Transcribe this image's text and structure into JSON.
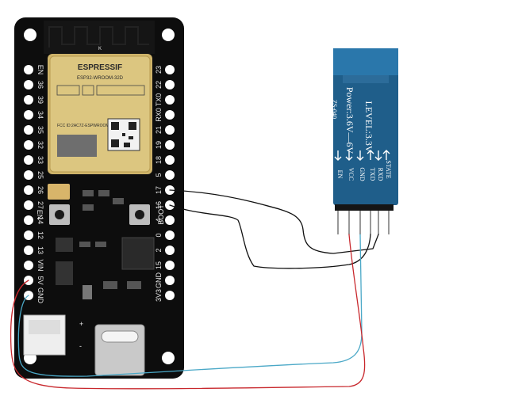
{
  "esp_board": {
    "module_brand": "ESPRESSIF",
    "module_model": "ESP32-WROOM-32D",
    "module_fcc": "FCC ID:2AC7Z-ESPWROOM32D",
    "left_pins": [
      "EN",
      "36",
      "39",
      "34",
      "35",
      "32",
      "33",
      "25",
      "26",
      "27",
      "14",
      "12",
      "13",
      "VIN",
      "5V",
      "GND"
    ],
    "right_pins": [
      "23",
      "22",
      "TX0",
      "RX0",
      "21",
      "19",
      "18",
      "5",
      "17",
      "16",
      "4",
      "0",
      "2",
      "15",
      "GND",
      "3V3"
    ],
    "button_en": "EN",
    "button_boot": "BOOT",
    "battery_plus": "+",
    "battery_minus": "-"
  },
  "bt_module": {
    "title": "ZS-040",
    "power_text": "Power:3.6V—6V",
    "level_text": "LEVEL:3.3V",
    "pins": [
      "STATE",
      "RXD",
      "TXD",
      "GND",
      "VCC",
      "EN"
    ]
  },
  "wires": {
    "black": "#111111",
    "red": "#c8282d",
    "blue": "#4aa8c7"
  },
  "colors": {
    "pcb": "#0d0d0d",
    "module_shield": "#d9c17a",
    "bt_board": "#1f5e8a"
  }
}
